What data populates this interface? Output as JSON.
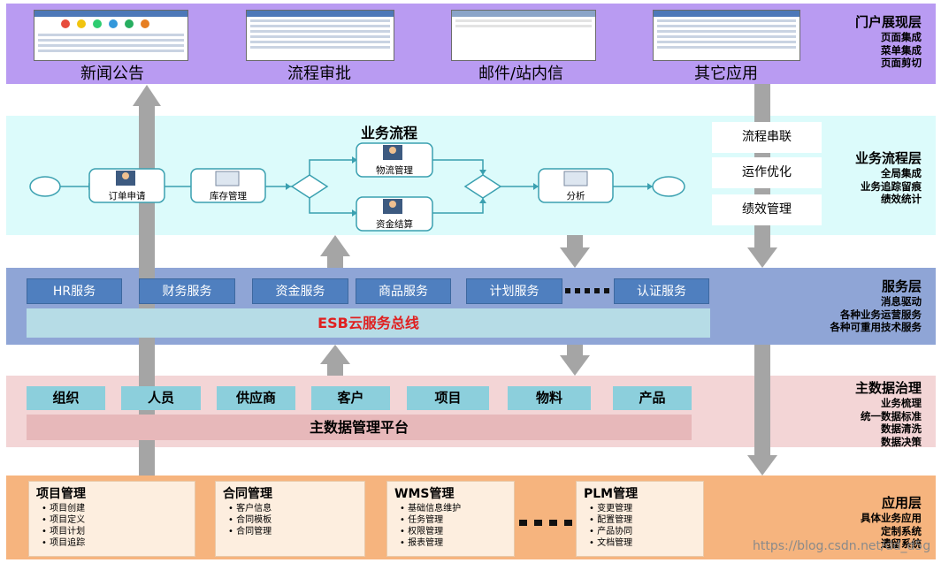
{
  "portal": {
    "items": [
      "新闻公告",
      "流程审批",
      "邮件/站内信",
      "其它应用"
    ],
    "title": "门户展现层",
    "subs": [
      "页面集成",
      "菜单集成",
      "页面剪切"
    ]
  },
  "bizflow": {
    "center_title": "业务流程",
    "nodes": {
      "order": "订单申请",
      "stock": "库存管理",
      "logistics": "物流管理",
      "settle": "资金结算",
      "analysis": "分析"
    },
    "side_items": [
      "流程串联",
      "运作优化",
      "绩效管理"
    ],
    "title": "业务流程层",
    "subs": [
      "全局集成",
      "业务追踪留痕",
      "绩效统计"
    ]
  },
  "service": {
    "items": [
      "HR服务",
      "财务服务",
      "资金服务",
      "商品服务",
      "计划服务",
      "认证服务"
    ],
    "esb": "ESB云服务总线",
    "title": "服务层",
    "subs": [
      "消息驱动",
      "各种业务运营服务",
      "各种可重用技术服务"
    ]
  },
  "mdm": {
    "items": [
      "组织",
      "人员",
      "供应商",
      "客户",
      "项目",
      "物料",
      "产品"
    ],
    "platform": "主数据管理平台",
    "title": "主数据治理",
    "subs": [
      "业务梳理",
      "统一数据标准",
      "数据清洗",
      "数据决策"
    ]
  },
  "app": {
    "boxes": [
      {
        "title": "项目管理",
        "items": [
          "项目创建",
          "项目定义",
          "项目计划",
          "项目追踪"
        ]
      },
      {
        "title": "合同管理",
        "items": [
          "客户信息",
          "合同模板",
          "合同管理"
        ]
      },
      {
        "title": "WMS管理",
        "items": [
          "基础信息维护",
          "任务管理",
          "权限管理",
          "报表管理"
        ]
      },
      {
        "title": "PLM管理",
        "items": [
          "变更管理",
          "配置管理",
          "产品协同",
          "文档管理"
        ]
      }
    ],
    "title": "应用层",
    "subs": [
      "具体业务应用",
      "定制系统",
      "遗留系统"
    ]
  },
  "watermark": "https://blog.csdn.net/dd_d5g",
  "colors": {
    "portal": "#b99bf2",
    "bizflow": "#dcfbfb",
    "service": "#8fa5d6",
    "mdm": "#f3d5d6",
    "app": "#f6b47e",
    "arrow": "#a5a5a5",
    "esb_text": "#e02020"
  }
}
